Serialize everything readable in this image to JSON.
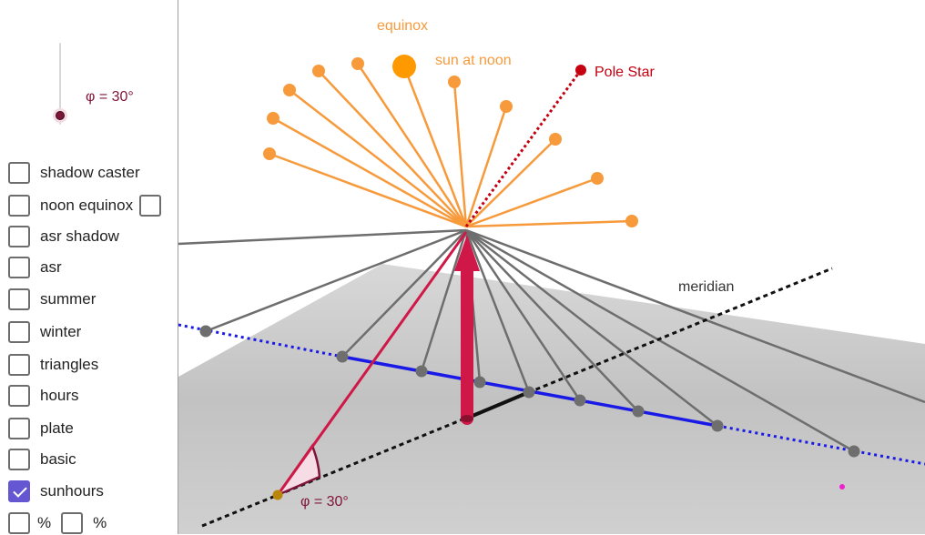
{
  "slider": {
    "label": "φ = 30°",
    "value_deg": 30
  },
  "checkboxes": [
    {
      "id": "shadow-caster",
      "label": "shadow caster",
      "checked": false
    },
    {
      "id": "noon-equinox",
      "label": "noon equinox",
      "checked": false,
      "extra_checkbox": true
    },
    {
      "id": "asr-shadow",
      "label": "asr shadow",
      "checked": false
    },
    {
      "id": "asr",
      "label": "asr",
      "checked": false
    },
    {
      "id": "summer",
      "label": "summer",
      "checked": false
    },
    {
      "id": "winter",
      "label": "winter",
      "checked": false
    },
    {
      "id": "triangles",
      "label": "triangles",
      "checked": false
    },
    {
      "id": "hours",
      "label": "hours",
      "checked": false
    },
    {
      "id": "plate",
      "label": "plate",
      "checked": false
    },
    {
      "id": "basic",
      "label": "basic",
      "checked": false
    },
    {
      "id": "sunhours",
      "label": "sunhours",
      "checked": true
    },
    {
      "id": "percent-a",
      "label": "%",
      "checked": false
    },
    {
      "id": "percent-b",
      "label": "%",
      "checked": false
    }
  ],
  "scene": {
    "equinox_label": "equinox",
    "sun_at_noon_label": "sun at noon",
    "pole_star_label": "Pole Star",
    "meridian_label": "meridian",
    "latitude_label": "φ = 30°",
    "colors": {
      "sun": "#f79a3c",
      "noon_sun": "#ff9900",
      "pole": "#c40010",
      "gnomon": "#d01848",
      "angle": "#7f1538",
      "shadow_line": "#1a1ae6",
      "meridian": "#111111",
      "gray": "#6e6e6e",
      "plane": "#bdbdbd"
    }
  }
}
